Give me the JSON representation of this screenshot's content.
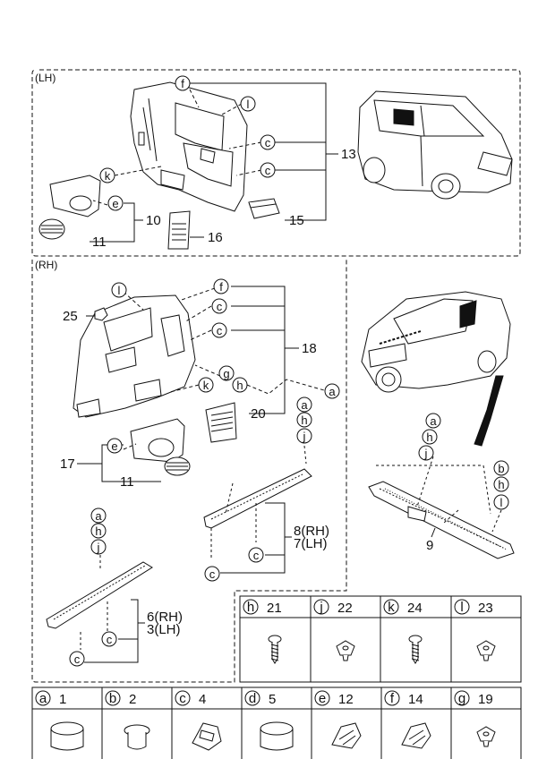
{
  "sections": {
    "lh": "(LH)",
    "rh": "(RH)"
  },
  "callouts": {
    "lh_f": "f",
    "lh_l": "l",
    "lh_c1": "c",
    "lh_c2": "c",
    "lh_k": "k",
    "lh_e": "e",
    "rh_l": "l",
    "rh_f": "f",
    "rh_c1": "c",
    "rh_c2": "c",
    "rh_g": "g",
    "rh_k": "k",
    "rh_h": "h",
    "rh_a": "a",
    "rh_e": "e",
    "s1_a": "a",
    "s1_h": "h",
    "s1_j": "j",
    "s1_c1": "c",
    "s1_c2": "c",
    "s2_a": "a",
    "s2_h": "h",
    "s2_j": "j",
    "s2_c1": "c",
    "s2_c2": "c",
    "sc_a": "a",
    "sc_h": "h",
    "sc_j": "j",
    "sc_b": "b",
    "sc_h2": "h",
    "sc_l": "l"
  },
  "part_numbers": {
    "p13": "13",
    "p15": "15",
    "p10": "10",
    "p11_lh": "11",
    "p16": "16",
    "p25": "25",
    "p18": "18",
    "p20": "20",
    "p17": "17",
    "p11_rh": "11",
    "p8": "8(RH)",
    "p7": "7(LH)",
    "p6": "6(RH)",
    "p3": "3(LH)",
    "p9": "9"
  },
  "legend_top": [
    {
      "letter": "h",
      "number": "21",
      "icon": "screw-icon"
    },
    {
      "letter": "j",
      "number": "22",
      "icon": "clip-nut-icon"
    },
    {
      "letter": "k",
      "number": "24",
      "icon": "screw-icon"
    },
    {
      "letter": "l",
      "number": "23",
      "icon": "clip-nut-icon"
    }
  ],
  "legend_bottom": [
    {
      "letter": "a",
      "number": "1",
      "icon": "plug-cap-icon"
    },
    {
      "letter": "b",
      "number": "2",
      "icon": "push-clip-icon"
    },
    {
      "letter": "c",
      "number": "4",
      "icon": "retainer-clip-icon"
    },
    {
      "letter": "d",
      "number": "5",
      "icon": "plug-cap-icon"
    },
    {
      "letter": "e",
      "number": "12",
      "icon": "spring-clip-icon"
    },
    {
      "letter": "f",
      "number": "14",
      "icon": "spring-clip-icon"
    },
    {
      "letter": "g",
      "number": "19",
      "icon": "clip-nut-icon"
    }
  ]
}
